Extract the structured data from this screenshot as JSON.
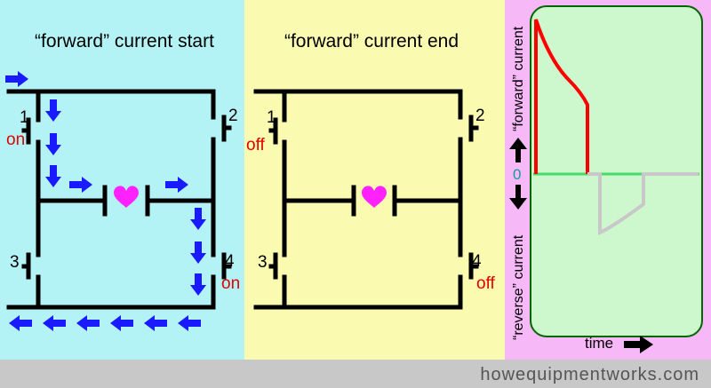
{
  "panels": {
    "left": {
      "title": "“forward” current start",
      "bg": "#b3f3f5"
    },
    "middle": {
      "title": "“forward” current end",
      "bg": "#fafab0"
    },
    "right": {
      "bg": "#f6b8f6",
      "plot_bg": "#cdf7cd"
    }
  },
  "circuit_start": {
    "switch_labels": [
      "1",
      "2",
      "3",
      "4"
    ],
    "state_1": "on",
    "state_4": "on"
  },
  "circuit_end": {
    "switch_labels": [
      "1",
      "2",
      "3",
      "4"
    ],
    "state_1": "off",
    "state_4": "off"
  },
  "graph": {
    "y_label_top": "“forward” current",
    "y_label_bottom": "“reverse” current",
    "zero_label": "0",
    "x_label": "time"
  },
  "footer": {
    "text": "howequipmentworks.com"
  },
  "colors": {
    "wire": "#000000",
    "arrow": "#1a1aff",
    "heart": "#ff22ff",
    "state_text": "#e00000",
    "forward_trace": "#ff0000",
    "reverse_trace": "#c8c8c8",
    "zero_line": "#44dd66",
    "plot_border": "#006600"
  }
}
